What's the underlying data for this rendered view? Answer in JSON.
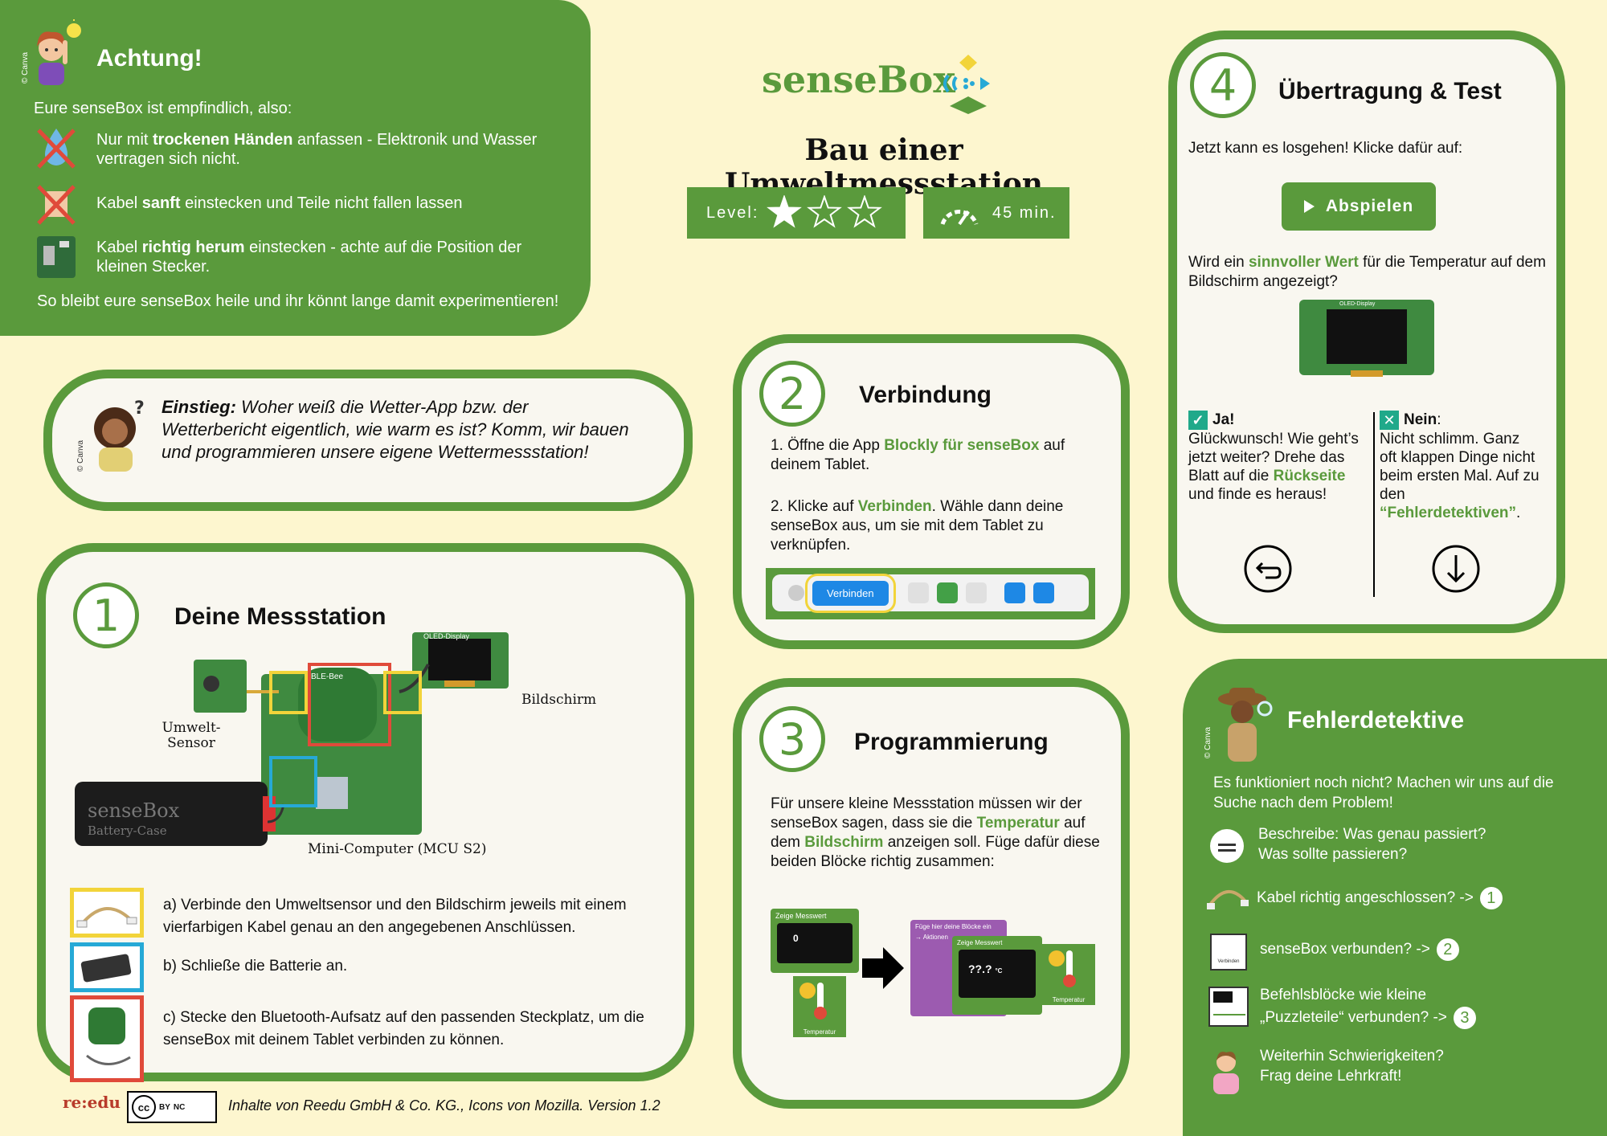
{
  "achtung": {
    "title": "Achtung!",
    "canva": "© Canva",
    "intro": "Eure senseBox ist empfindlich, also:",
    "rules": [
      {
        "pre": "Nur mit ",
        "bold": "trockenen Händen",
        "post": " anfassen - Elektronik und Wasser vertragen sich nicht."
      },
      {
        "pre": "Kabel ",
        "bold": "sanft",
        "post": " einstecken und Teile nicht fallen lassen"
      },
      {
        "pre": "Kabel ",
        "bold": "richtig herum",
        "post": " einstecken - achte auf die Position der kleinen Stecker."
      }
    ],
    "outro": "So bleibt eure senseBox heile und ihr könnt lange damit experimentieren!"
  },
  "header": {
    "logo": "senseBox",
    "title": "Bau einer Umweltmessstation",
    "level_label": "Level:",
    "level_stars": 1,
    "level_max": 3,
    "time": "45 min."
  },
  "einstieg": {
    "canva": "© Canva",
    "label": "Einstieg:",
    "text": " Woher weiß die Wetter-App bzw. der Wetterbericht eigentlich, wie warm es ist? Komm, wir bauen und programmieren unsere eigene Wettermessstation!"
  },
  "card1": {
    "num": "1",
    "title": "Deine Messstation",
    "labels": {
      "sensor": "Umwelt-\nSensor",
      "screen": "Bildschirm",
      "mcu": "Mini-Computer (MCU S2)",
      "case": "senseBox",
      "case_sub": "Battery-Case",
      "ble": "BLE-Bee",
      "display_top": "OLED-Display"
    },
    "steps": [
      {
        "text": "a) Verbinde den Umweltsensor und den Bildschirm jeweils mit einem vierfarbigen Kabel genau an den angegebenen Anschlüssen.",
        "color": "#f2d43a"
      },
      {
        "text": "b) Schließe die Batterie an.",
        "color": "#26a9d6"
      },
      {
        "text": "c) Stecke den Bluetooth-Aufsatz auf den passenden Steckplatz, um die senseBox mit deinem Tablet verbinden zu können.",
        "color": "#e04a3a"
      }
    ]
  },
  "card2": {
    "num": "2",
    "title": "Verbindung",
    "step1_pre": "1. Öffne die App ",
    "step1_green": "Blockly für senseBox",
    "step1_post": " auf deinem Tablet.",
    "step2_pre": "2. Klicke auf ",
    "step2_green": "Verbinden",
    "step2_post": ". Wähle dann deine senseBox aus, um sie mit dem Tablet zu verknüpfen.",
    "toolbar_button": "Verbinden"
  },
  "card3": {
    "num": "3",
    "title": "Programmierung",
    "text_a": "Für unsere kleine Messstation müssen wir der senseBox sagen, dass sie die ",
    "green_a": "Temperatur",
    "text_b": " auf dem ",
    "green_b": "Bildschirm",
    "text_c": " anzeigen soll. Füge dafür diese beiden Blöcke richtig zusammen:",
    "block_show": "Zeige Messwert",
    "block_value": "0",
    "block_temp": "Temperatur",
    "block_insert": "Füge hier deine Blöcke ein",
    "block_actions": "→ Aktionen",
    "block_value2": "??.?",
    "block_unit": "°C"
  },
  "card4": {
    "num": "4",
    "title": "Übertragung & Test",
    "intro": "Jetzt kann es losgehen! Klicke dafür auf:",
    "play": "Abspielen",
    "question_pre": "Wird ein ",
    "question_green": "sinnvoller Wert",
    "question_post": " für die Temperatur auf dem Bildschirm angezeigt?",
    "display_label": "OLED-Display",
    "yes_title": "Ja!",
    "yes_text_a": "Glückwunsch! Wie geht’s jetzt weiter? Drehe das Blatt auf die ",
    "yes_green": "Rückseite",
    "yes_text_b": " und finde es heraus!",
    "no_title": "Nein",
    "no_text_a": "Nicht schlimm. Ganz oft klappen Dinge nicht beim ersten Mal. Auf zu den ",
    "no_green": "“Fehlerdetektiven”",
    "no_text_b": "."
  },
  "fehler": {
    "canva": "© Canva",
    "title": "Fehlerdetektive",
    "intro": "Es funktioniert noch nicht? Machen wir uns auf die Suche nach dem Problem!",
    "items": [
      {
        "text": "Beschreibe: Was genau passiert?\nWas sollte passieren?",
        "num": ""
      },
      {
        "text": "Kabel richtig angeschlossen? ->",
        "num": "1"
      },
      {
        "text": "senseBox verbunden? ->",
        "num": "2"
      },
      {
        "text": "Befehlsblöcke wie kleine\n„Puzzleteile“ verbunden? ->",
        "num": "3"
      },
      {
        "text": "Weiterhin Schwierigkeiten?\nFrag deine Lehrkraft!",
        "num": ""
      }
    ],
    "mini_label": "Verbinden"
  },
  "footer": {
    "logo": "re:edu",
    "license": "Inhalte von Reedu GmbH & Co. KG., Icons von Mozilla. Version 1.2",
    "cc": "cc",
    "cc_by": "BY",
    "cc_nc": "NC"
  },
  "colors": {
    "green": "#5a9a3c",
    "background": "#fdf6cf",
    "yellow": "#f2d43a",
    "blue": "#26a9d6",
    "red": "#e04a3a"
  }
}
